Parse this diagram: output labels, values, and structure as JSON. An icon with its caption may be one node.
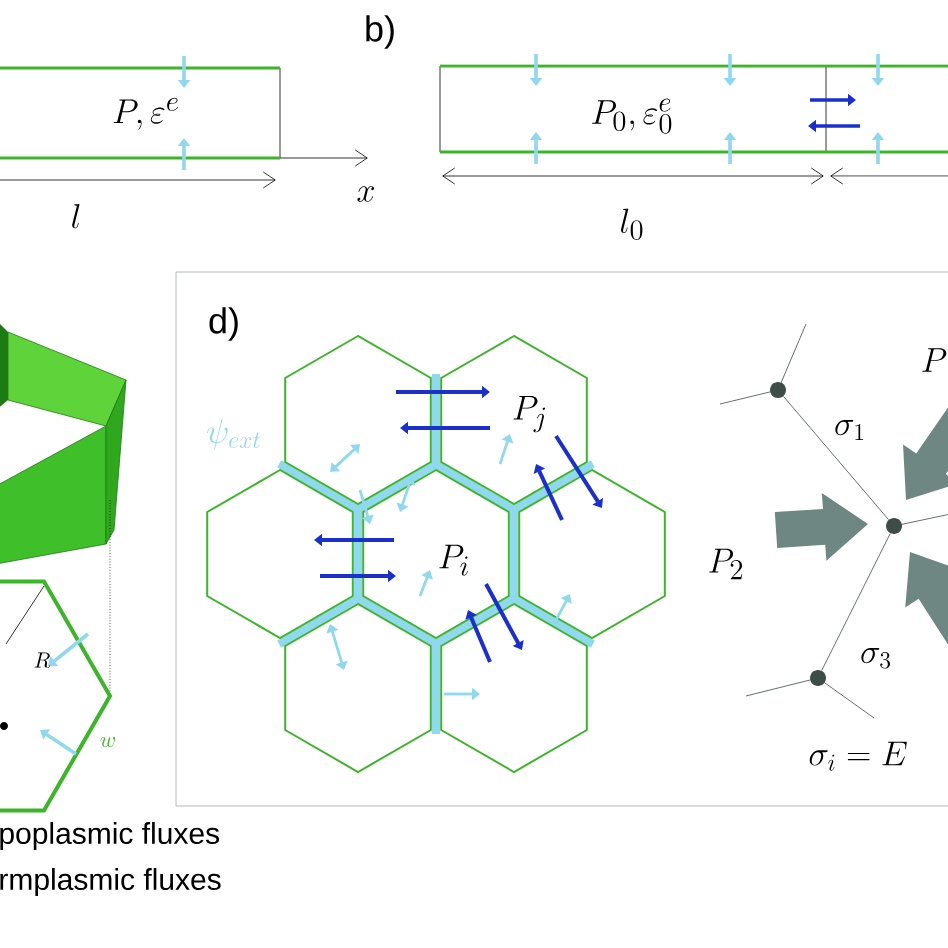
{
  "diagram": {
    "nodes": [
      {
        "text": [],
        "shape": "circle"
      },
      {
        "text": [],
        "shape": "circle"
      },
      {
        "text": [],
        "shape": "circle"
      }
    ],
    "edges": [
      {
        "from": 0,
        "to": 1,
        "arrow": "none",
        "label": "\\sigma_{1}"
      },
      {
        "from": 1,
        "to": 2,
        "arrow": "none",
        "label": "\\sigma_{3}"
      }
    ],
    "labels": [
      "b)",
      "P,\\varepsilon^{e}",
      "P_{0},\\varepsilon_{0}^{e}",
      "x",
      "l",
      "l_{0}",
      "d)",
      "P_{j}",
      "\\psi_{ext}",
      "P",
      "P_{i}",
      "P_{2}",
      "R",
      "w",
      "\\sigma_{i}=E",
      "poplasmic fluxes",
      "rmplasmic fluxes"
    ]
  }
}
